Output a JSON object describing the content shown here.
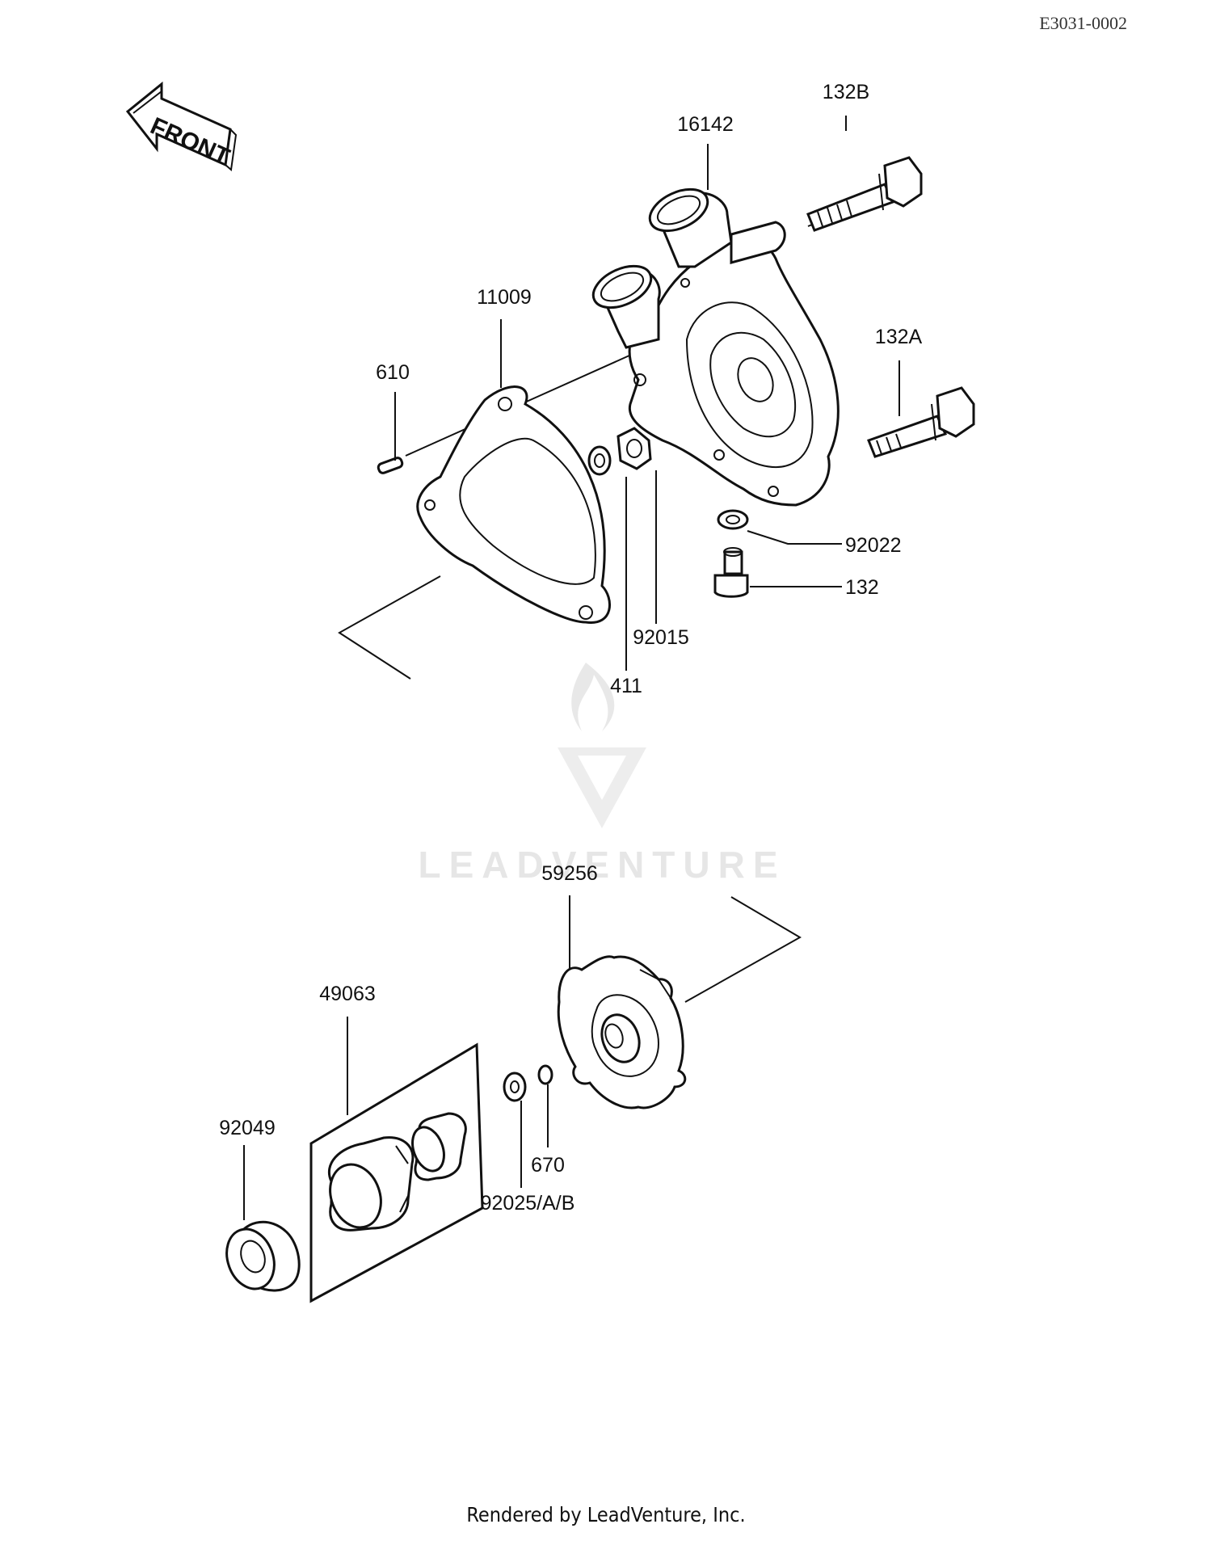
{
  "diagram_code": "E3031-0002",
  "front_label": "FRONT",
  "watermark": "LEADVENTURE",
  "footer": "Rendered by LeadVenture, Inc.",
  "parts": {
    "p132B": "132B",
    "p16142": "16142",
    "p11009": "11009",
    "p610": "610",
    "p132A": "132A",
    "p92022": "92022",
    "p132": "132",
    "p92015": "92015",
    "p411": "411",
    "p59256": "59256",
    "p49063": "49063",
    "p92049": "92049",
    "p670": "670",
    "p92025": "92025/A/B"
  }
}
